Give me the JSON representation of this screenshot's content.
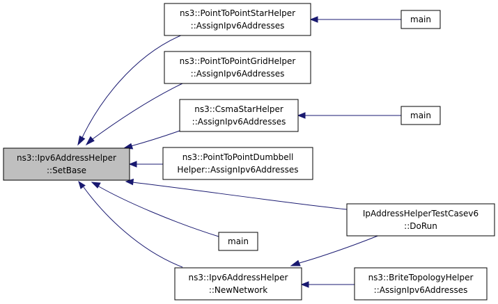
{
  "colors": {
    "focus_fill": "#bfbfbf",
    "node_fill": "#ffffff",
    "node_stroke": "#000000",
    "edge": "#191970"
  },
  "nodes": {
    "set_base": {
      "line1": "ns3::Ipv6AddressHelper",
      "line2": "::SetBase"
    },
    "p2p_star": {
      "line1": "ns3::PointToPointStarHelper",
      "line2": "::AssignIpv6Addresses"
    },
    "p2p_grid": {
      "line1": "ns3::PointToPointGridHelper",
      "line2": "::AssignIpv6Addresses"
    },
    "csma_star": {
      "line1": "ns3::CsmaStarHelper",
      "line2": "::AssignIpv6Addresses"
    },
    "p2p_dumbbell": {
      "line1": "ns3::PointToPointDumbbell",
      "line2": "Helper::AssignIpv6Addresses"
    },
    "main_1": {
      "label": "main"
    },
    "main_2": {
      "label": "main"
    },
    "main_3": {
      "label": "main"
    },
    "testcase": {
      "line1": "IpAddressHelperTestCasev6",
      "line2": "::DoRun"
    },
    "new_network": {
      "line1": "ns3::Ipv6AddressHelper",
      "line2": "::NewNetwork"
    },
    "brite": {
      "line1": "ns3::BriteTopologyHelper",
      "line2": "::AssignIpv6Addresses"
    }
  }
}
